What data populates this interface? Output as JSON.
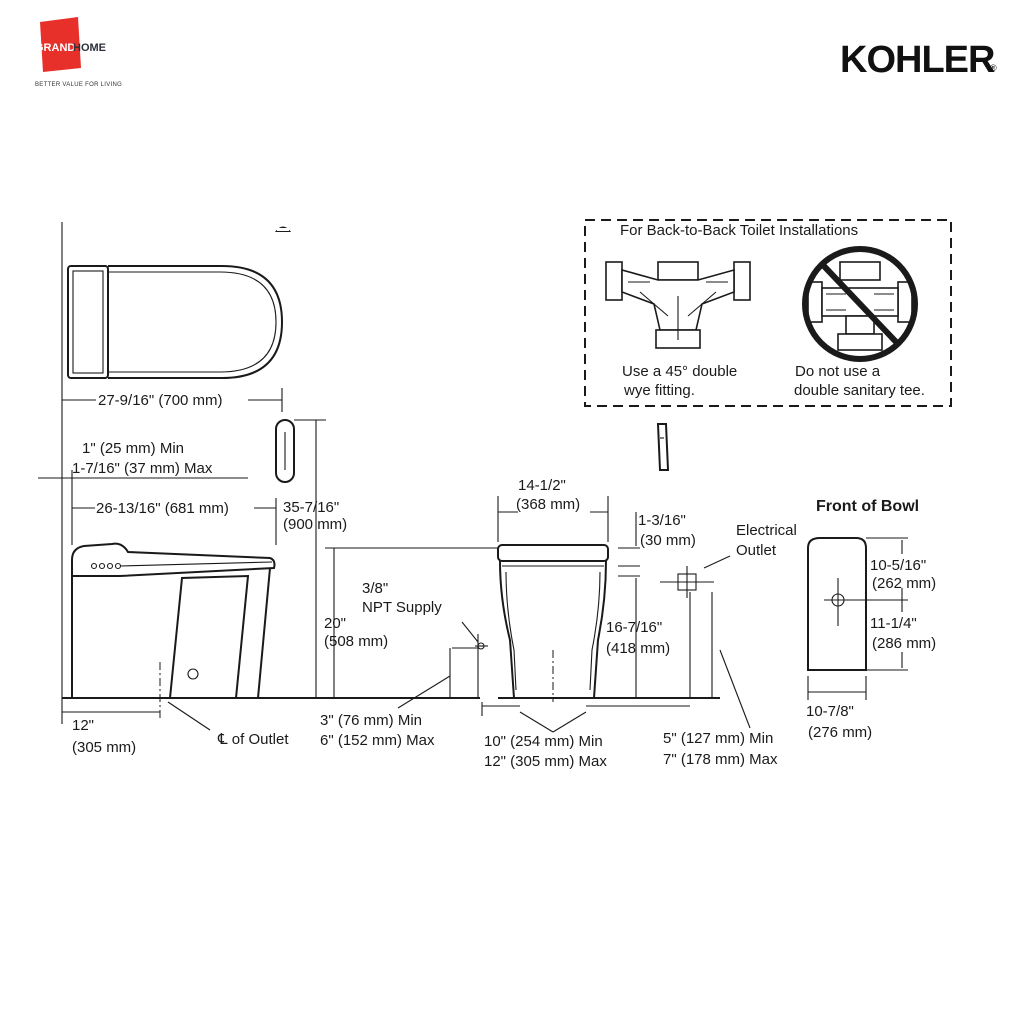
{
  "brand": {
    "retailer_name_left": "GRAND",
    "retailer_name_right": "HOME",
    "retailer_tagline": "BETTER VALUE FOR LIVING",
    "retailer_color": "#e8302a",
    "manufacturer": "KOHLER",
    "manufacturer_mark": "®"
  },
  "backtoback": {
    "title": "For Back-to-Back Toilet Installations",
    "ok_line1": "Use a 45° double",
    "ok_line2": "wye fitting.",
    "no_line1": "Do not use a",
    "no_line2": "double sanitary tee."
  },
  "dims": {
    "length_total": "27-9/16\" (700 mm)",
    "gap_min": "1\" (25 mm) Min",
    "gap_max": "1-7/16\" (37 mm) Max",
    "length_bowl": "26-13/16\" (681 mm)",
    "height_total_in": "35-7/16\"",
    "height_total_mm": "(900 mm)",
    "height_seat_in": "20\"",
    "height_seat_mm": "(508 mm)",
    "supply_size": "3/8\"",
    "supply_label": "NPT Supply",
    "rough_in_in": "12\"",
    "rough_in_mm": "(305 mm)",
    "outlet_label": "℄ of Outlet",
    "supply_off_min": "3\" (76 mm) Min",
    "supply_off_max": "6\" (152 mm) Max",
    "width_in": "14-1/2\"",
    "width_mm": "(368 mm)",
    "lid_thk_in": "1-3/16\"",
    "lid_thk_mm": "(30 mm)",
    "electrical_line1": "Electrical",
    "electrical_line2": "Outlet",
    "outlet_h_in": "16-7/16\"",
    "outlet_h_mm": "(418 mm)",
    "supply_side_min": "10\" (254 mm) Min",
    "supply_side_max": "12\" (305 mm) Max",
    "elec_side_min": "5\" (127 mm) Min",
    "elec_side_max": "7\" (178 mm) Max",
    "front_title": "Front of Bowl",
    "front_top_in": "10-5/16\"",
    "front_top_mm": "(262 mm)",
    "front_bot_in": "11-1/4\"",
    "front_bot_mm": "(286 mm)",
    "front_w_in": "10-7/8\"",
    "front_w_mm": "(276 mm)"
  }
}
